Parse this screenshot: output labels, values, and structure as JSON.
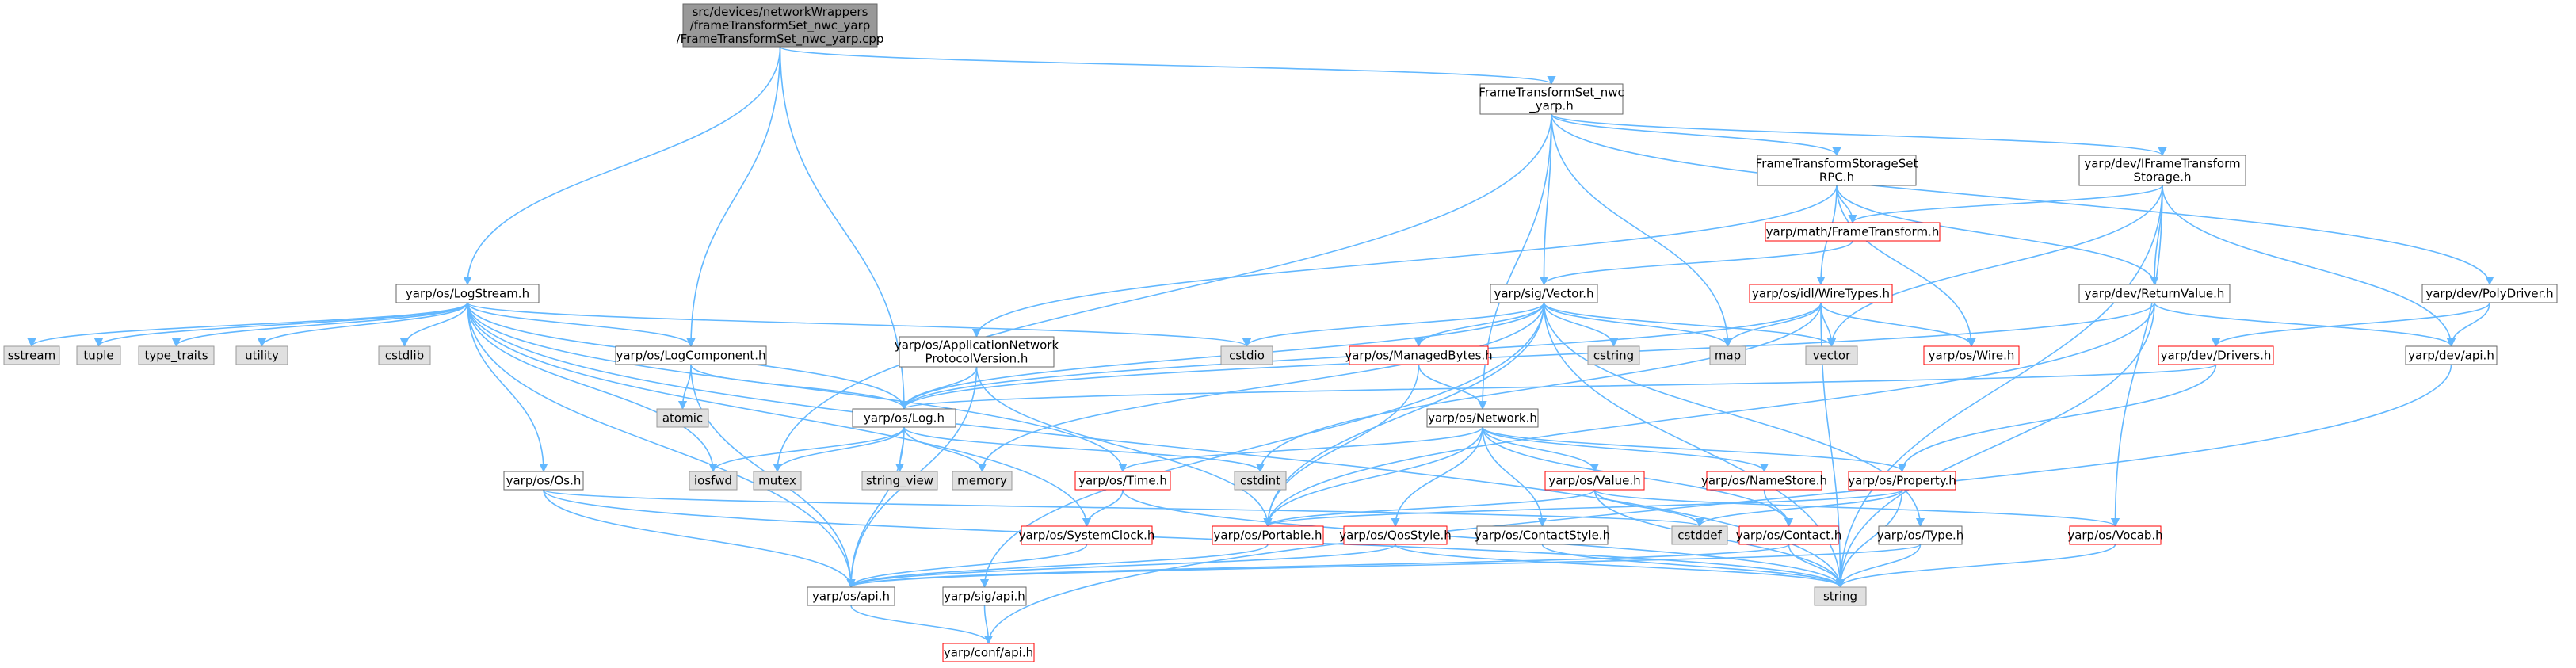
{
  "colors": {
    "edge": "#63b8ff",
    "node_border_black": "#666666",
    "node_border_red": "#ff0000",
    "root_fill": "#999999",
    "system_fill": "#e0e0e0",
    "text": "#000000"
  },
  "nodes": [
    {
      "id": "root",
      "kind": "root",
      "lines": [
        "src/devices/networkWrappers",
        "/frameTransformSet_nwc_yarp",
        "/FrameTransformSet_nwc_yarp.cpp"
      ]
    },
    {
      "id": "ftsnwc",
      "kind": "normal",
      "lines": [
        "FrameTransformSet_nwc",
        "_yarp.h"
      ]
    },
    {
      "id": "logstream",
      "kind": "normal",
      "lines": [
        "yarp/os/LogStream.h"
      ]
    },
    {
      "id": "logcomponent",
      "kind": "normal",
      "lines": [
        "yarp/os/LogComponent.h"
      ]
    },
    {
      "id": "log",
      "kind": "normal",
      "lines": [
        "yarp/os/Log.h"
      ]
    },
    {
      "id": "ftstoragesetrpc",
      "kind": "normal",
      "lines": [
        "FrameTransformStorageSet",
        "RPC.h"
      ]
    },
    {
      "id": "iftstorage",
      "kind": "normal",
      "lines": [
        "yarp/dev/IFrameTransform",
        "Storage.h"
      ]
    },
    {
      "id": "mathft",
      "kind": "red",
      "lines": [
        "yarp/math/FrameTransform.h"
      ]
    },
    {
      "id": "sigvector",
      "kind": "normal",
      "lines": [
        "yarp/sig/Vector.h"
      ]
    },
    {
      "id": "wiretypes",
      "kind": "red",
      "lines": [
        "yarp/os/idl/WireTypes.h"
      ]
    },
    {
      "id": "returnvalue",
      "kind": "normal",
      "lines": [
        "yarp/dev/ReturnValue.h"
      ]
    },
    {
      "id": "polydriver",
      "kind": "normal",
      "lines": [
        "yarp/dev/PolyDriver.h"
      ]
    },
    {
      "id": "appnetproto",
      "kind": "normal",
      "lines": [
        "yarp/os/ApplicationNetwork",
        "ProtocolVersion.h"
      ]
    },
    {
      "id": "managedbytes",
      "kind": "red",
      "lines": [
        "yarp/os/ManagedBytes.h"
      ]
    },
    {
      "id": "wire",
      "kind": "red",
      "lines": [
        "yarp/os/Wire.h"
      ]
    },
    {
      "id": "drivers",
      "kind": "red",
      "lines": [
        "yarp/dev/Drivers.h"
      ]
    },
    {
      "id": "devapi",
      "kind": "normal",
      "lines": [
        "yarp/dev/api.h"
      ]
    },
    {
      "id": "network",
      "kind": "normal",
      "lines": [
        "yarp/os/Network.h"
      ]
    },
    {
      "id": "os",
      "kind": "normal",
      "lines": [
        "yarp/os/Os.h"
      ]
    },
    {
      "id": "time",
      "kind": "red",
      "lines": [
        "yarp/os/Time.h"
      ]
    },
    {
      "id": "value",
      "kind": "red",
      "lines": [
        "yarp/os/Value.h"
      ]
    },
    {
      "id": "namestore",
      "kind": "red",
      "lines": [
        "yarp/os/NameStore.h"
      ]
    },
    {
      "id": "property",
      "kind": "red",
      "lines": [
        "yarp/os/Property.h"
      ]
    },
    {
      "id": "systemclock",
      "kind": "red",
      "lines": [
        "yarp/os/SystemClock.h"
      ]
    },
    {
      "id": "portable",
      "kind": "red",
      "lines": [
        "yarp/os/Portable.h"
      ]
    },
    {
      "id": "qosstyle",
      "kind": "red",
      "lines": [
        "yarp/os/QosStyle.h"
      ]
    },
    {
      "id": "contactstyle",
      "kind": "normal",
      "lines": [
        "yarp/os/ContactStyle.h"
      ]
    },
    {
      "id": "contact",
      "kind": "red",
      "lines": [
        "yarp/os/Contact.h"
      ]
    },
    {
      "id": "type",
      "kind": "normal",
      "lines": [
        "yarp/os/Type.h"
      ]
    },
    {
      "id": "vocab",
      "kind": "red",
      "lines": [
        "yarp/os/Vocab.h"
      ]
    },
    {
      "id": "osapi",
      "kind": "normal",
      "lines": [
        "yarp/os/api.h"
      ]
    },
    {
      "id": "sigapi",
      "kind": "normal",
      "lines": [
        "yarp/sig/api.h"
      ]
    },
    {
      "id": "confapi",
      "kind": "red",
      "lines": [
        "yarp/conf/api.h"
      ]
    },
    {
      "id": "sstream",
      "kind": "system",
      "lines": [
        "sstream"
      ]
    },
    {
      "id": "tuple",
      "kind": "system",
      "lines": [
        "tuple"
      ]
    },
    {
      "id": "type_traits",
      "kind": "system",
      "lines": [
        "type_traits"
      ]
    },
    {
      "id": "utility",
      "kind": "system",
      "lines": [
        "utility"
      ]
    },
    {
      "id": "cstdlib",
      "kind": "system",
      "lines": [
        "cstdlib"
      ]
    },
    {
      "id": "cstdio",
      "kind": "system",
      "lines": [
        "cstdio"
      ]
    },
    {
      "id": "atomic",
      "kind": "system",
      "lines": [
        "atomic"
      ]
    },
    {
      "id": "iosfwd",
      "kind": "system",
      "lines": [
        "iosfwd"
      ]
    },
    {
      "id": "mutex",
      "kind": "system",
      "lines": [
        "mutex"
      ]
    },
    {
      "id": "string_view",
      "kind": "system",
      "lines": [
        "string_view"
      ]
    },
    {
      "id": "memory",
      "kind": "system",
      "lines": [
        "memory"
      ]
    },
    {
      "id": "cstdint",
      "kind": "system",
      "lines": [
        "cstdint"
      ]
    },
    {
      "id": "cstring",
      "kind": "system",
      "lines": [
        "cstring"
      ]
    },
    {
      "id": "map",
      "kind": "system",
      "lines": [
        "map"
      ]
    },
    {
      "id": "vector",
      "kind": "system",
      "lines": [
        "vector"
      ]
    },
    {
      "id": "cstddef",
      "kind": "system",
      "lines": [
        "cstddef"
      ]
    },
    {
      "id": "string",
      "kind": "system",
      "lines": [
        "string"
      ]
    }
  ],
  "edges": [
    [
      "root",
      "ftsnwc"
    ],
    [
      "root",
      "logstream"
    ],
    [
      "root",
      "logcomponent"
    ],
    [
      "root",
      "log"
    ],
    [
      "ftsnwc",
      "ftstoragesetrpc"
    ],
    [
      "ftsnwc",
      "iftstorage"
    ],
    [
      "ftsnwc",
      "sigvector"
    ],
    [
      "ftsnwc",
      "network"
    ],
    [
      "ftsnwc",
      "polydriver"
    ],
    [
      "ftsnwc",
      "map"
    ],
    [
      "ftsnwc",
      "mutex"
    ],
    [
      "logstream",
      "sstream"
    ],
    [
      "logstream",
      "tuple"
    ],
    [
      "logstream",
      "type_traits"
    ],
    [
      "logstream",
      "utility"
    ],
    [
      "logstream",
      "cstdlib"
    ],
    [
      "logstream",
      "cstdio"
    ],
    [
      "logstream",
      "logcomponent"
    ],
    [
      "logstream",
      "log"
    ],
    [
      "logstream",
      "os"
    ],
    [
      "logstream",
      "iosfwd"
    ],
    [
      "logstream",
      "osapi"
    ],
    [
      "logstream",
      "time"
    ],
    [
      "logstream",
      "systemclock"
    ],
    [
      "logstream",
      "string"
    ],
    [
      "logcomponent",
      "atomic"
    ],
    [
      "logcomponent",
      "log"
    ],
    [
      "logcomponent",
      "osapi"
    ],
    [
      "log",
      "iosfwd"
    ],
    [
      "log",
      "mutex"
    ],
    [
      "log",
      "string_view"
    ],
    [
      "log",
      "memory"
    ],
    [
      "log",
      "cstdint"
    ],
    [
      "log",
      "osapi"
    ],
    [
      "ftstoragesetrpc",
      "mathft"
    ],
    [
      "ftstoragesetrpc",
      "wiretypes"
    ],
    [
      "ftstoragesetrpc",
      "wire"
    ],
    [
      "ftstoragesetrpc",
      "returnvalue"
    ],
    [
      "ftstoragesetrpc",
      "appnetproto"
    ],
    [
      "iftstorage",
      "mathft"
    ],
    [
      "iftstorage",
      "returnvalue"
    ],
    [
      "iftstorage",
      "devapi"
    ],
    [
      "iftstorage",
      "vector"
    ],
    [
      "iftstorage",
      "string"
    ],
    [
      "iftstorage",
      "vocab"
    ],
    [
      "mathft",
      "sigvector"
    ],
    [
      "sigvector",
      "cstring"
    ],
    [
      "sigvector",
      "cstdio"
    ],
    [
      "sigvector",
      "map"
    ],
    [
      "sigvector",
      "vector"
    ],
    [
      "sigvector",
      "memory"
    ],
    [
      "sigvector",
      "managedbytes"
    ],
    [
      "sigvector",
      "log"
    ],
    [
      "sigvector",
      "sigapi"
    ],
    [
      "sigvector",
      "portable"
    ],
    [
      "sigvector",
      "type"
    ],
    [
      "sigvector",
      "string"
    ],
    [
      "wiretypes",
      "wire"
    ],
    [
      "wiretypes",
      "vector"
    ],
    [
      "wiretypes",
      "map"
    ],
    [
      "wiretypes",
      "string"
    ],
    [
      "wiretypes",
      "cstdint"
    ],
    [
      "wiretypes",
      "log"
    ],
    [
      "returnvalue",
      "devapi"
    ],
    [
      "returnvalue",
      "string"
    ],
    [
      "returnvalue",
      "log"
    ],
    [
      "returnvalue",
      "portable"
    ],
    [
      "polydriver",
      "drivers"
    ],
    [
      "polydriver",
      "devapi"
    ],
    [
      "appnetproto",
      "log"
    ],
    [
      "appnetproto",
      "portable"
    ],
    [
      "appnetproto",
      "osapi"
    ],
    [
      "managedbytes",
      "network"
    ],
    [
      "managedbytes",
      "portable"
    ],
    [
      "drivers",
      "log"
    ],
    [
      "drivers",
      "property"
    ],
    [
      "devapi",
      "confapi"
    ],
    [
      "network",
      "time"
    ],
    [
      "network",
      "value"
    ],
    [
      "network",
      "namestore"
    ],
    [
      "network",
      "property"
    ],
    [
      "network",
      "portable"
    ],
    [
      "network",
      "qosstyle"
    ],
    [
      "network",
      "contactstyle"
    ],
    [
      "network",
      "contact"
    ],
    [
      "os",
      "osapi"
    ],
    [
      "os",
      "cstddef"
    ],
    [
      "os",
      "string"
    ],
    [
      "time",
      "systemclock"
    ],
    [
      "time",
      "string"
    ],
    [
      "value",
      "cstddef"
    ],
    [
      "value",
      "string"
    ],
    [
      "value",
      "vocab"
    ],
    [
      "value",
      "portable"
    ],
    [
      "namestore",
      "contact"
    ],
    [
      "property",
      "portable"
    ],
    [
      "property",
      "string"
    ],
    [
      "property",
      "cstddef"
    ],
    [
      "systemclock",
      "osapi"
    ],
    [
      "portable",
      "osapi"
    ],
    [
      "qosstyle",
      "osapi"
    ],
    [
      "qosstyle",
      "string"
    ],
    [
      "contactstyle",
      "string"
    ],
    [
      "contact",
      "osapi"
    ],
    [
      "contact",
      "string"
    ],
    [
      "type",
      "osapi"
    ],
    [
      "type",
      "string"
    ],
    [
      "vocab",
      "string"
    ],
    [
      "osapi",
      "confapi"
    ],
    [
      "sigapi",
      "confapi"
    ]
  ]
}
